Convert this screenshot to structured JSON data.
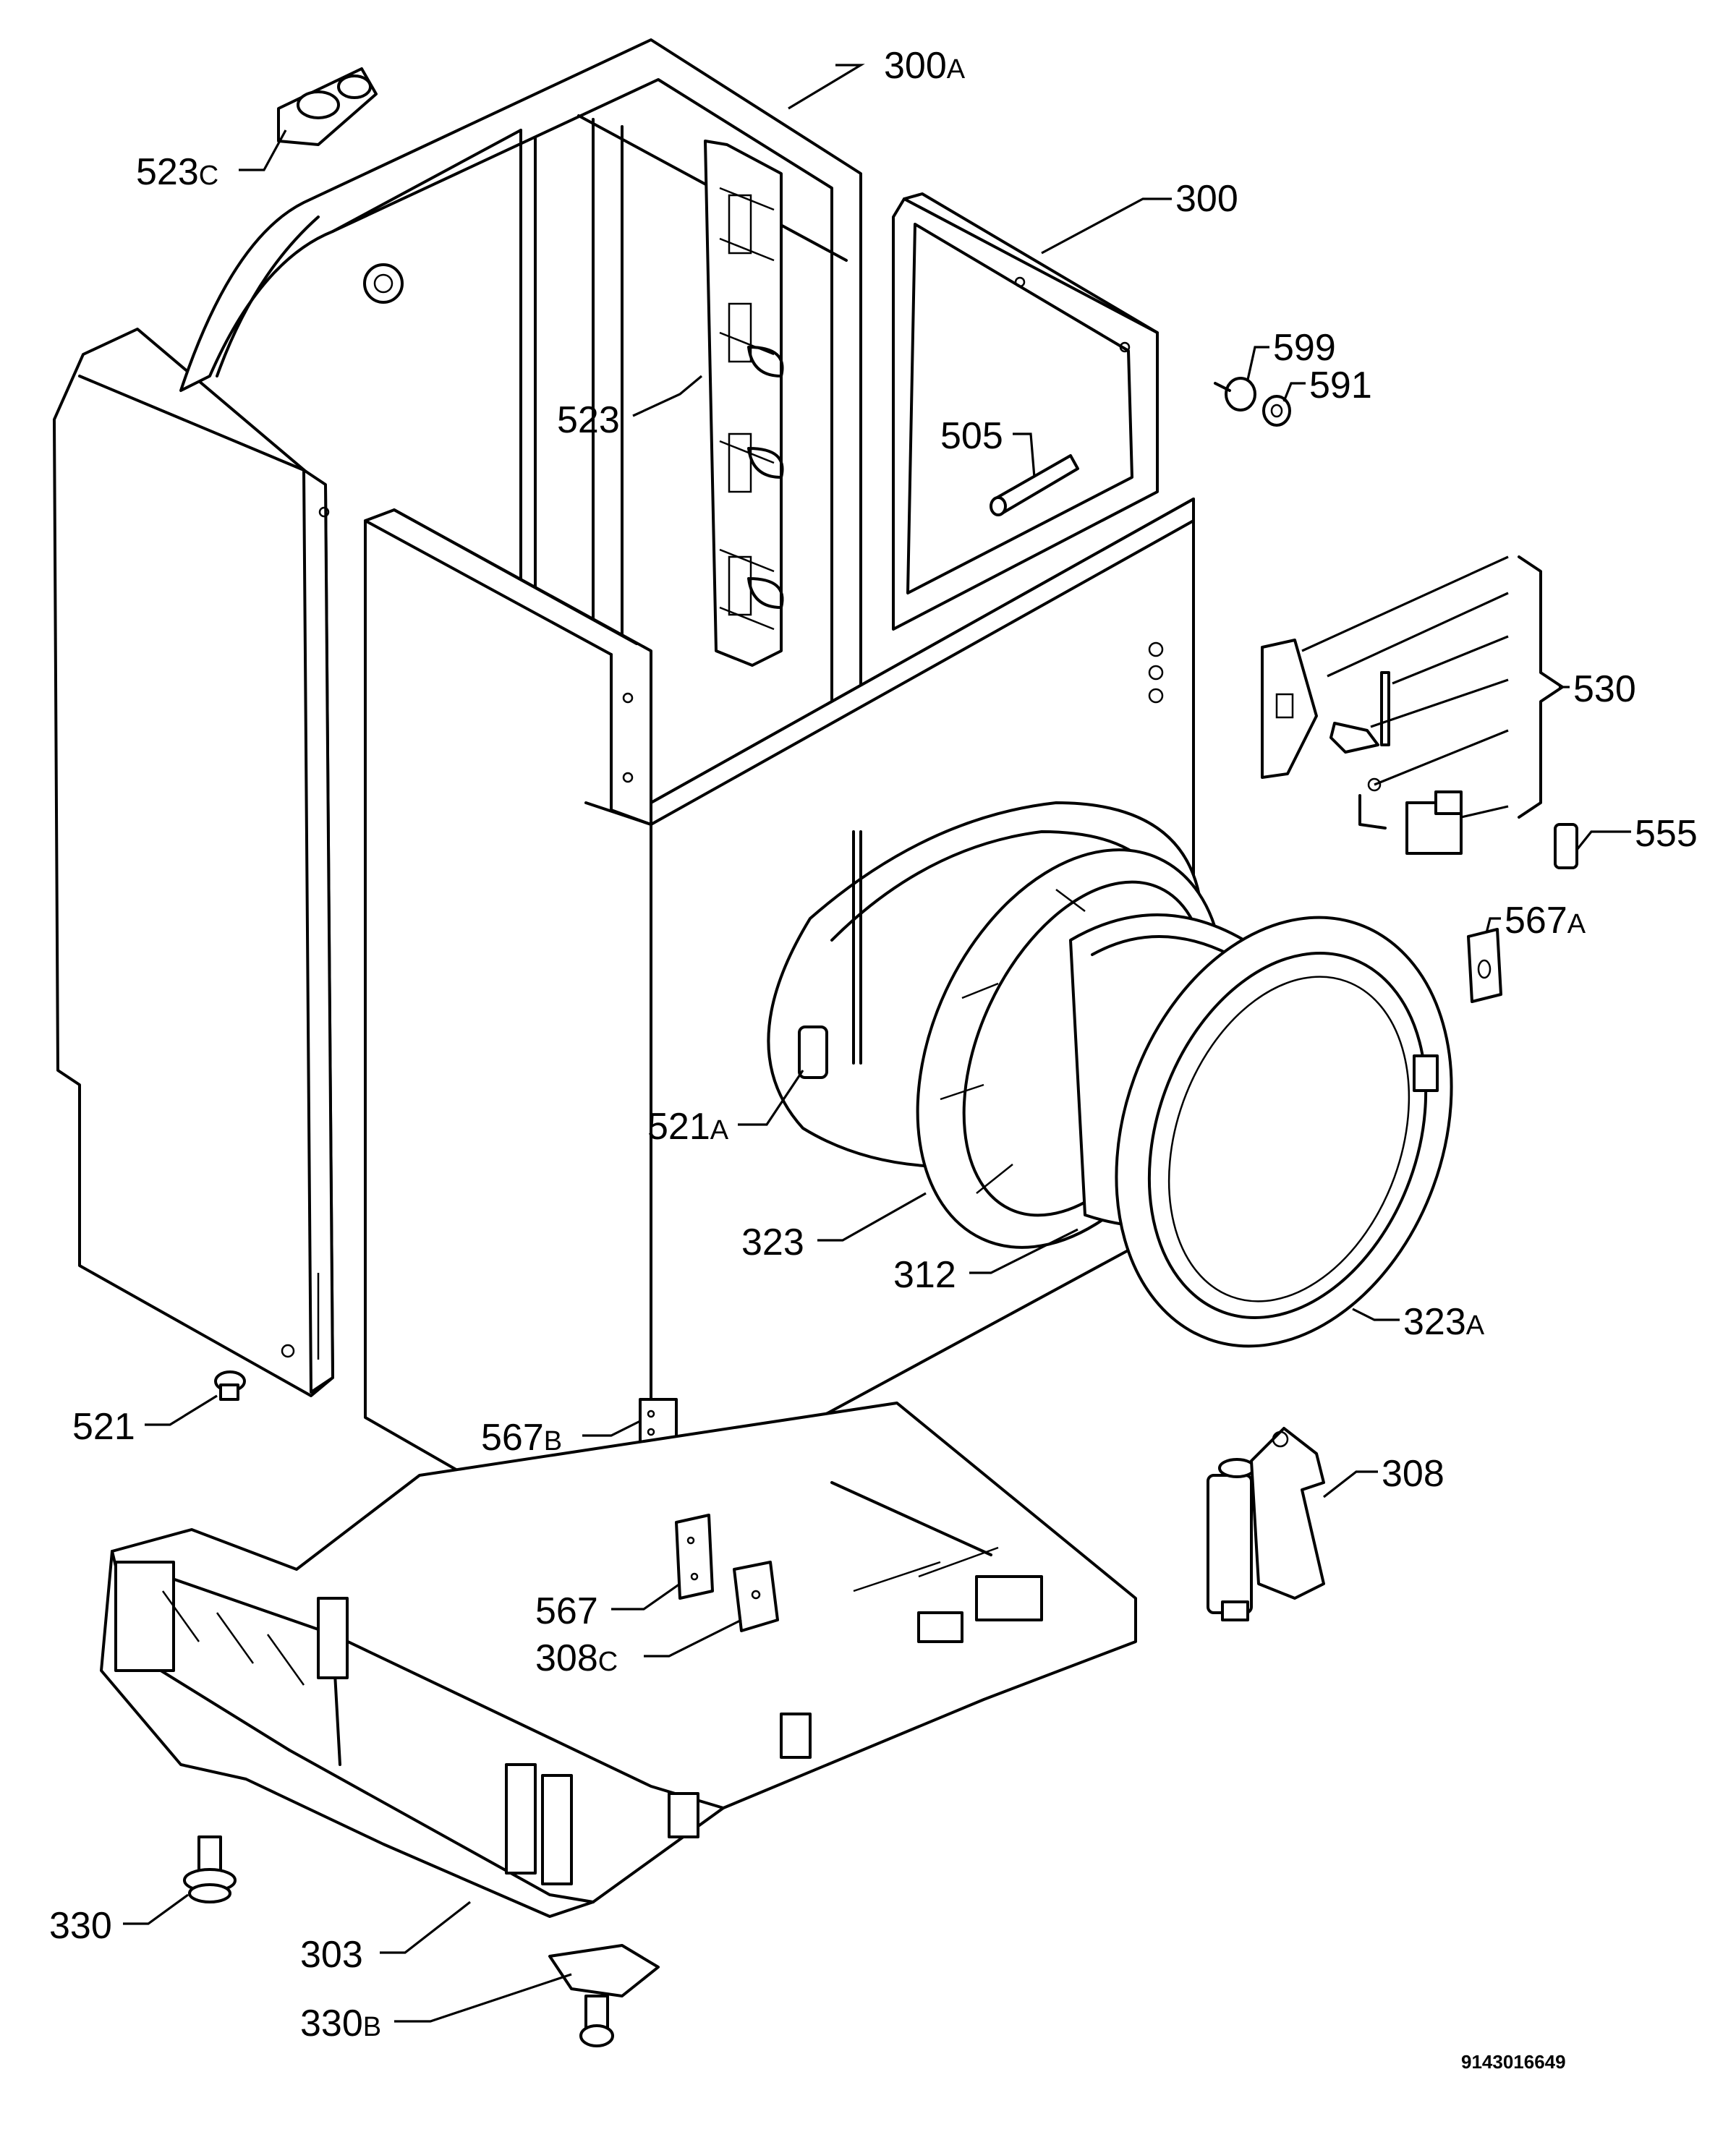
{
  "labels": [
    {
      "id": "523C",
      "num": "523",
      "suffix": "C"
    },
    {
      "id": "300A",
      "num": "300",
      "suffix": "A"
    },
    {
      "id": "300",
      "num": "300",
      "suffix": ""
    },
    {
      "id": "599",
      "num": "599",
      "suffix": ""
    },
    {
      "id": "591",
      "num": "591",
      "suffix": ""
    },
    {
      "id": "523",
      "num": "523",
      "suffix": ""
    },
    {
      "id": "505",
      "num": "505",
      "suffix": ""
    },
    {
      "id": "530",
      "num": "530",
      "suffix": ""
    },
    {
      "id": "555",
      "num": "555",
      "suffix": ""
    },
    {
      "id": "567A",
      "num": "567",
      "suffix": "A"
    },
    {
      "id": "521A",
      "num": "521",
      "suffix": "A"
    },
    {
      "id": "323",
      "num": "323",
      "suffix": ""
    },
    {
      "id": "312",
      "num": "312",
      "suffix": ""
    },
    {
      "id": "323A",
      "num": "323",
      "suffix": "A"
    },
    {
      "id": "521",
      "num": "521",
      "suffix": ""
    },
    {
      "id": "567B",
      "num": "567",
      "suffix": "B"
    },
    {
      "id": "308",
      "num": "308",
      "suffix": ""
    },
    {
      "id": "567",
      "num": "567",
      "suffix": ""
    },
    {
      "id": "308C",
      "num": "308",
      "suffix": "C"
    },
    {
      "id": "330",
      "num": "330",
      "suffix": ""
    },
    {
      "id": "303",
      "num": "303",
      "suffix": ""
    },
    {
      "id": "330B",
      "num": "330",
      "suffix": "B"
    }
  ],
  "drawing_code": "9143016649"
}
